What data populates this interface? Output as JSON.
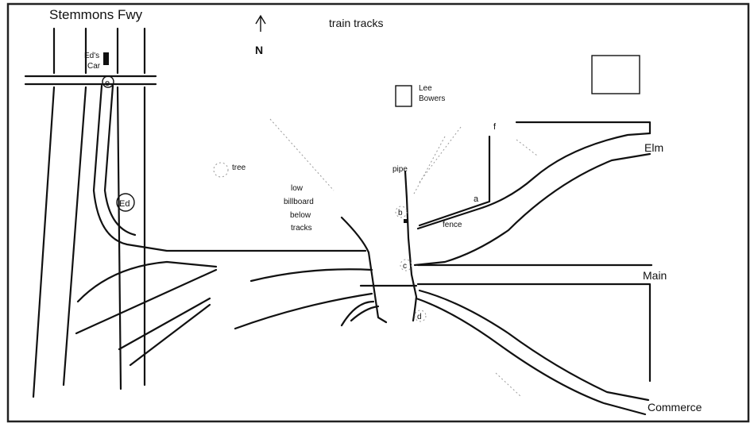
{
  "labels": {
    "freeway": "Stemmons Fwy",
    "north": "N",
    "train_tracks": "train tracks",
    "lee_bowers_line1": "Lee",
    "lee_bowers_line2": "Bowers",
    "eds_car_line1": "Ed's",
    "eds_car_line2": "Car",
    "tree": "tree",
    "billboard_line1": "low",
    "billboard_line2": "billboard",
    "billboard_line3": "below",
    "billboard_line4": "tracks",
    "pipe": "pipe",
    "fence": "fence",
    "ed": "Ed",
    "elm": "Elm",
    "main": "Main",
    "commerce": "Commerce"
  },
  "points": {
    "a": "a",
    "b": "b",
    "c": "c",
    "d": "d",
    "e": "e",
    "f": "f"
  },
  "colors": {
    "ink": "#111111",
    "background": "#ffffff",
    "faint": "#9a9a9a"
  }
}
